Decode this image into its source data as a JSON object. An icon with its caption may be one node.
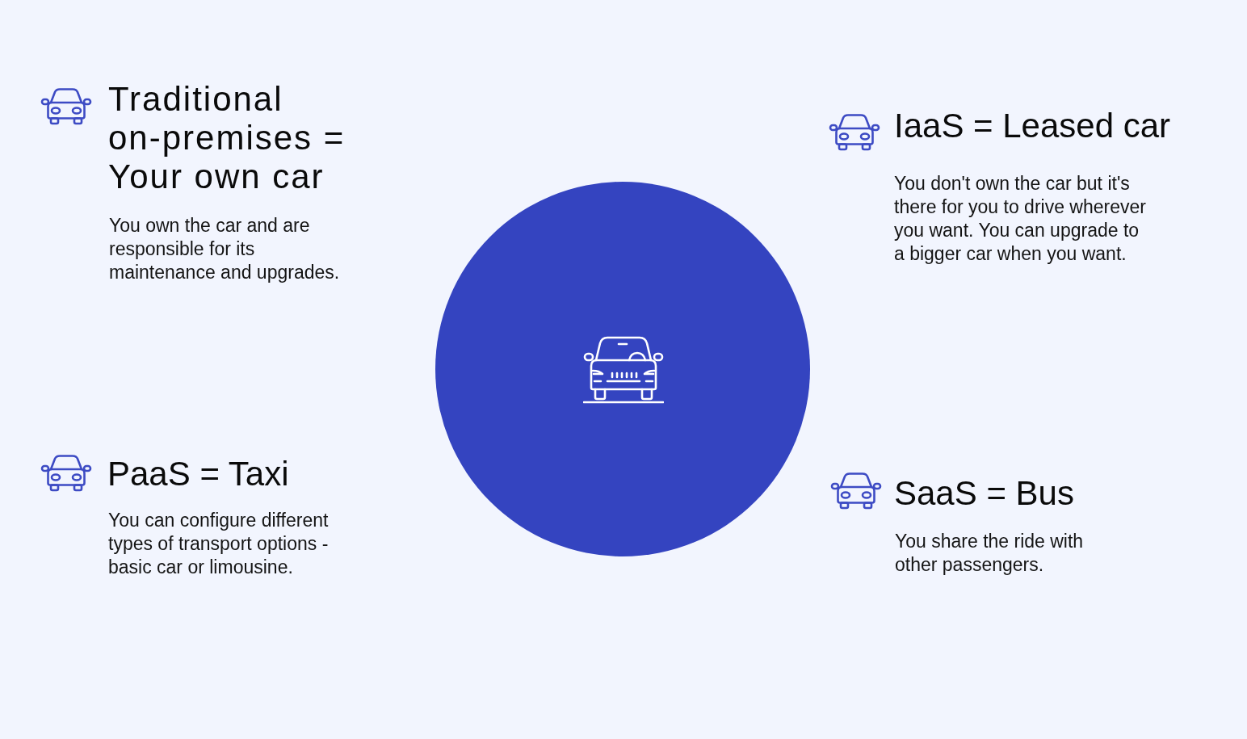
{
  "diagram": {
    "nodes": [
      {
        "text": [],
        "shape": "circle"
      }
    ],
    "labels": [
      "Traditional on-premises = Your own car",
      "You own the car and are responsible for its maintenance and upgrades.",
      "IaaS = Leased car",
      "You don't own the car but it's there for you to drive wherever you want. You can upgrade to a bigger car when you want.",
      "PaaS = Taxi",
      "You can configure different types of transport options - basic car or limousine.",
      "SaaS = Bus",
      "You share the ride with other passengers."
    ]
  }
}
